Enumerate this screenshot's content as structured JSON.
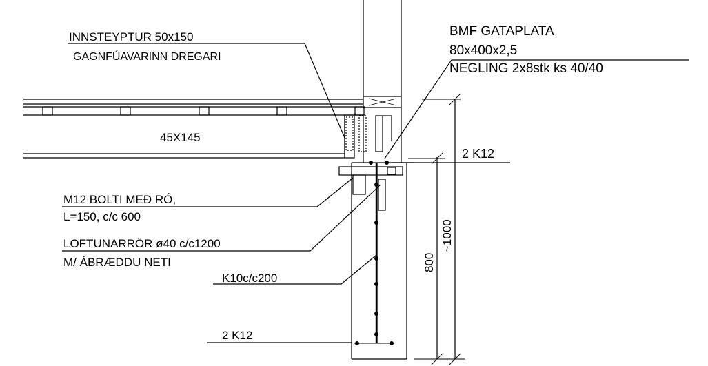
{
  "labels": {
    "innsteyptur_line1": "INNSTEYPTUR 50x150",
    "innsteyptur_line2": "GAGNFÚAVARINN DREGARI",
    "bmf_line1": "BMF GATAPLATA",
    "bmf_line2": "80x400x2,5",
    "bmf_line3": "NEGLING 2x8stk ks 40/40",
    "joist_size": "45X145",
    "bolt_line1": "M12 BOLTI MEÐ RÓ,",
    "bolt_line2": "L=150, c/c 600",
    "vent_line1": "LOFTUNARRÖR ø40 c/c1200",
    "vent_line2": "M/ ÁBRÆDDU NETI",
    "stirrups": "K10c/c200",
    "bottom_rebar": "2 K12",
    "top_rebar": "2 K12",
    "dim_800": "800",
    "dim_1000": "~1000"
  }
}
